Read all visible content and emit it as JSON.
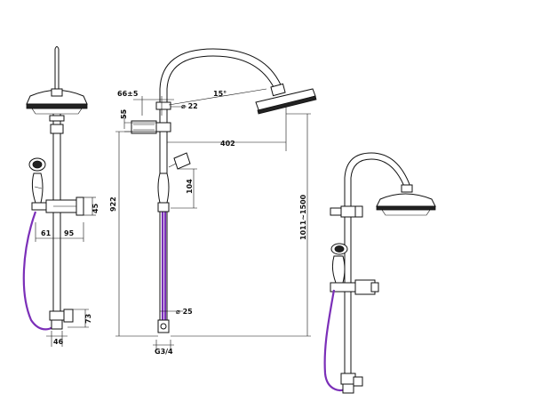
{
  "dimensions": {
    "d61": "61",
    "d95": "95",
    "d45a": "45",
    "d73": "73",
    "d46": "46",
    "d66": "66±5",
    "d55": "55",
    "d22": "22",
    "angle": "15°",
    "d402": "402",
    "d104": "104",
    "d922": "922",
    "d1011": "1011~1500",
    "d25": "25",
    "thread": "G3/4"
  },
  "colors": {
    "line": "#111111",
    "hose": "#7b2fb8",
    "background": "#ffffff"
  }
}
